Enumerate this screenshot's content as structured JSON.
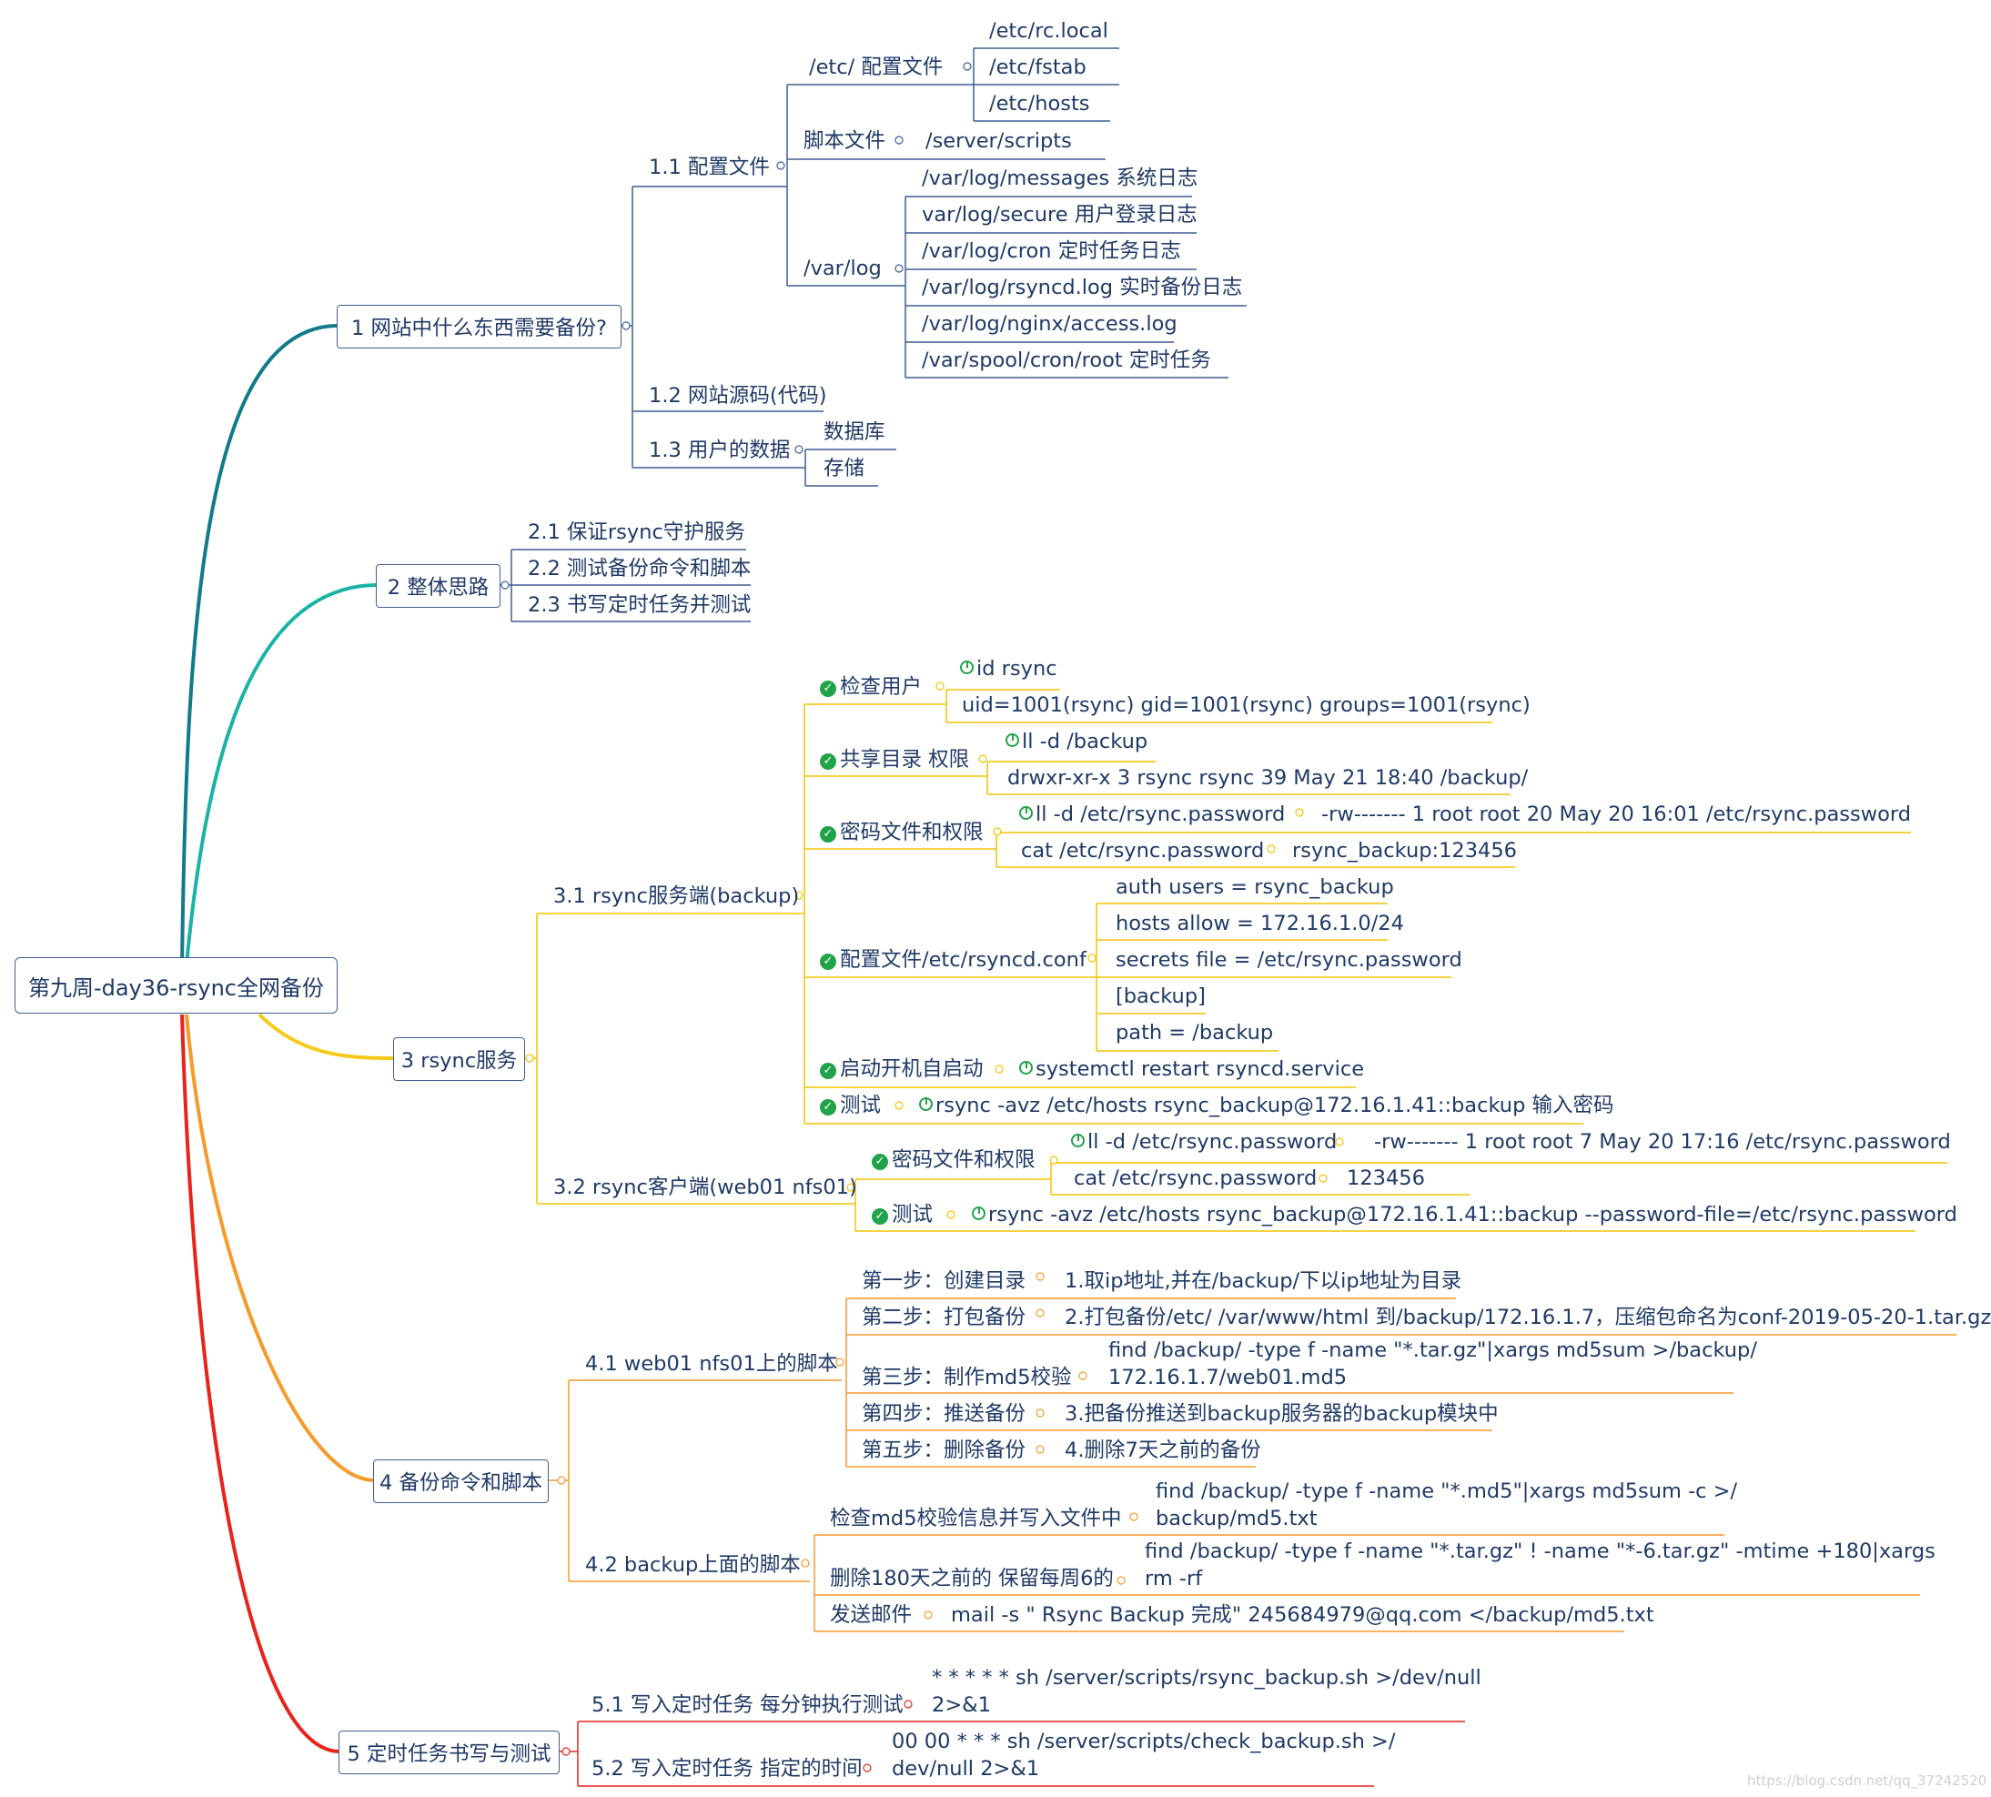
{
  "title": "第九周-day36-rsync全网备份",
  "watermark": "https://blog.csdn.net/qq_37242520",
  "colors": {
    "branch1": "#127a8a",
    "branch2": "#1ab3a5",
    "branch3": "#f7c917",
    "branch4": "#f59a2b",
    "branch5": "#e8231b",
    "text": "#1f3a66",
    "box_border": "#3f5f93",
    "check": "#21a34a"
  },
  "b1": {
    "label": "1 网站中什么东西需要备份?",
    "c11": "1.1 配置文件",
    "etc": "/etc/  配置文件",
    "etc_items": [
      "/etc/rc.local",
      "/etc/fstab",
      "/etc/hosts"
    ],
    "script": "脚本文件",
    "script_item": "/server/scripts",
    "varlog": "/var/log",
    "varlog_items": [
      "/var/log/messages 系统日志",
      "var/log/secure 用户登录日志",
      "/var/log/cron  定时任务日志",
      "/var/log/rsyncd.log  实时备份日志",
      "/var/log/nginx/access.log",
      "/var/spool/cron/root  定时任务"
    ],
    "c12": "1.2 网站源码(代码)",
    "c13": "1.3 用户的数据",
    "c13_items": [
      "数据库",
      "存储"
    ]
  },
  "b2": {
    "label": "2 整体思路",
    "items": [
      "2.1 保证rsync守护服务",
      "2.2 测试备份命令和脚本",
      "2.3 书写定时任务并测试"
    ]
  },
  "b3": {
    "label": "3 rsync服务",
    "c31": "3.1 rsync服务端(backup)",
    "check_user": "检查用户",
    "check_user_cmd": "id rsync",
    "check_user_out": "uid=1001(rsync) gid=1001(rsync) groups=1001(rsync)",
    "share_dir": "共享目录 权限",
    "share_dir_cmd": "ll -d /backup",
    "share_dir_out": "drwxr-xr-x 3 rsync rsync 39 May 21 18:40 /backup/",
    "pw": "密码文件和权限",
    "pw_cmd1": "ll -d /etc/rsync.password",
    "pw_out1": "-rw------- 1 root root 20 May 20 16:01 /etc/rsync.password",
    "pw_cmd2": "cat /etc/rsync.password",
    "pw_out2": "rsync_backup:123456",
    "conf": "配置文件/etc/rsyncd.conf",
    "conf_items": [
      "auth users = rsync_backup",
      "hosts allow = 172.16.1.0/24",
      "secrets file = /etc/rsync.password",
      "[backup]",
      "path = /backup"
    ],
    "boot": "启动开机自启动",
    "boot_cmd": "systemctl restart rsyncd.service",
    "test": "测试",
    "test_cmd": "rsync -avz /etc/hosts rsync_backup@172.16.1.41::backup 输入密码",
    "c32": "3.2 rsync客户端(web01 nfs01)",
    "cpw": "密码文件和权限",
    "cpw_cmd1": "ll -d /etc/rsync.password",
    "cpw_out1": "-rw------- 1 root root 7 May 20 17:16 /etc/rsync.password",
    "cpw_cmd2": "cat /etc/rsync.password",
    "cpw_out2": "123456",
    "ctest": "测试",
    "ctest_cmd": "rsync -avz /etc/hosts rsync_backup@172.16.1.41::backup --password-file=/etc/rsync.password"
  },
  "b4": {
    "label": "4 备份命令和脚本",
    "c41": "4.1 web01 nfs01上的脚本",
    "steps": [
      {
        "step": "第一步：创建目录",
        "desc": [
          "1.取ip地址,并在/backup/下以ip地址为目录"
        ]
      },
      {
        "step": "第二步：打包备份",
        "desc": [
          "2.打包备份/etc/ /var/www/html 到/backup/172.16.1.7，压缩包命名为conf-2019-05-20-1.tar.gz"
        ]
      },
      {
        "step": "第三步：制作md5校验",
        "desc": [
          "find /backup/ -type f -name \"*.tar.gz\"|xargs md5sum >/backup/",
          "172.16.1.7/web01.md5"
        ]
      },
      {
        "step": "第四步：推送备份",
        "desc": [
          "3.把备份推送到backup服务器的backup模块中"
        ]
      },
      {
        "step": "第五步：删除备份",
        "desc": [
          "4.删除7天之前的备份"
        ]
      }
    ],
    "c42": "4.2 backup上面的脚本",
    "b_items": [
      {
        "label": "检查md5校验信息并写入文件中",
        "desc": [
          "find /backup/ -type f -name \"*.md5\"|xargs md5sum -c >/",
          "backup/md5.txt"
        ]
      },
      {
        "label": "删除180天之前的 保留每周6的",
        "desc": [
          "find /backup/ -type f -name \"*.tar.gz\"  ! -name \"*-6.tar.gz\" -mtime +180|xargs",
          "rm -rf"
        ]
      },
      {
        "label": "发送邮件",
        "desc": [
          "mail -s \" Rsync Backup 完成\" 245684979@qq.com </backup/md5.txt"
        ]
      }
    ]
  },
  "b5": {
    "label": "5 定时任务书写与测试",
    "c51": "5.1 写入定时任务 每分钟执行测试",
    "c51_desc": [
      "* * * * * sh  /server/scripts/rsync_backup.sh >/dev/null",
      "2>&1"
    ],
    "c52": "5.2 写入定时任务 指定的时间",
    "c52_desc": [
      "00 00 * * *  sh /server/scripts/check_backup.sh >/",
      "dev/null 2>&1"
    ]
  }
}
